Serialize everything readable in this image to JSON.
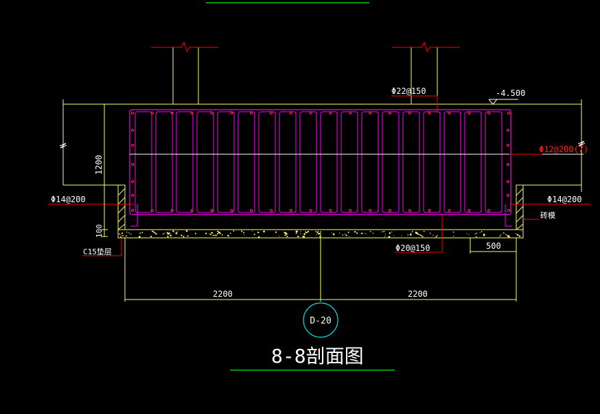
{
  "drawing": {
    "title": "8-8剖面图",
    "axis_bubble": "D-20",
    "elevation": "-4.500",
    "labels": {
      "top_bar": "Φ22@150",
      "side_bar_right": "Φ12@200(7)",
      "left_dowel": "Φ14@200",
      "right_dowel": "Φ14@200",
      "bottom_bar": "Φ20@150",
      "cushion": "C15垫层",
      "brick_form": "砖模"
    },
    "dimensions": {
      "height": "1200",
      "cushion_thickness": "100",
      "left_span": "2200",
      "right_span": "2200",
      "offset": "500"
    },
    "stirrup_count": 19
  },
  "colors": {
    "background": "#000000",
    "outline": "#ffff66",
    "rebar": "#ff00ff",
    "leader": "#ff0000",
    "text": "#ffffff",
    "bubble": "#00e5e5",
    "title_line": "#00cc00"
  }
}
